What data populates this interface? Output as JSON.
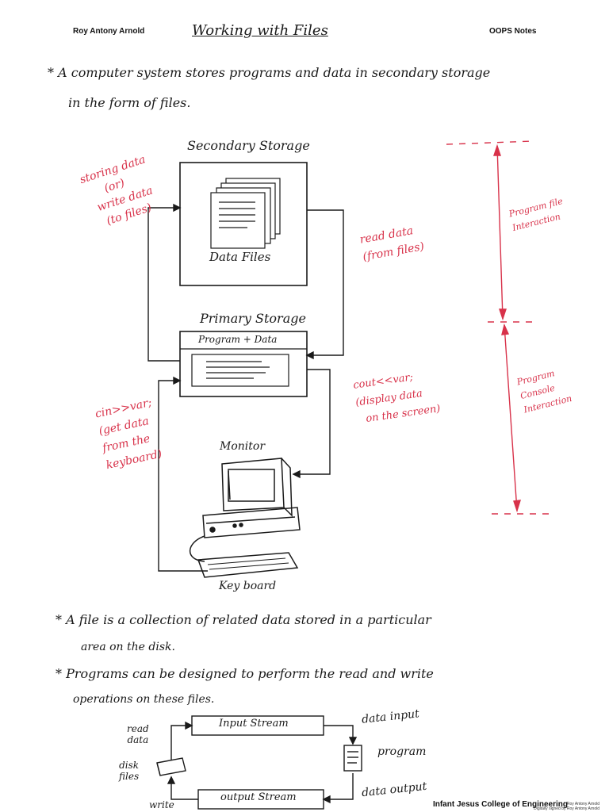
{
  "header": {
    "author": "Roy Antony Arnold",
    "title": "Working with Files",
    "course": "OOPS Notes"
  },
  "intro": {
    "line1": "* A computer system stores programs and data in secondary storage",
    "line2": "in the form of files."
  },
  "diagram1": {
    "secondary_storage": "Secondary Storage",
    "data_files": "Data Files",
    "primary_storage": "Primary Storage",
    "program_data": "Program + Data",
    "monitor": "Monitor",
    "keyboard": "Key board",
    "write_note": [
      "storing data",
      "(or)",
      "write data",
      "(to files)"
    ],
    "read_note": [
      "read data",
      "(from files)"
    ],
    "cin_note": [
      "cin>>var;",
      "(get data",
      "from the",
      "keyboard)"
    ],
    "cout_note": [
      "cout<<var;",
      "(display data",
      "on the screen)"
    ],
    "pfi": [
      "Program file",
      "Interaction"
    ],
    "pci": [
      "Program",
      "Console",
      "Interaction"
    ]
  },
  "bullets": {
    "file_line1": "* A file is a collection of related data stored in a particular",
    "file_line2": "area on the disk.",
    "prog_line1": "* Programs can be designed to perform the read and write",
    "prog_line2": "operations on these files."
  },
  "diagram2": {
    "input_stream": "Input Stream",
    "output_stream": "output Stream",
    "data_input": "data input",
    "data_output": "data output",
    "program": "program",
    "read_data": [
      "read",
      "data"
    ],
    "disk_files": [
      "disk",
      "files"
    ],
    "write": "write"
  },
  "footer": {
    "college": "Infant Jesus College of Engineering",
    "sig_name": "Roy Antony Arnold",
    "sig_note": "Digitally signed by Roy Antony Arnold"
  },
  "colors": {
    "ink": "#1a1a1a",
    "red_ink": "#d8324a"
  }
}
